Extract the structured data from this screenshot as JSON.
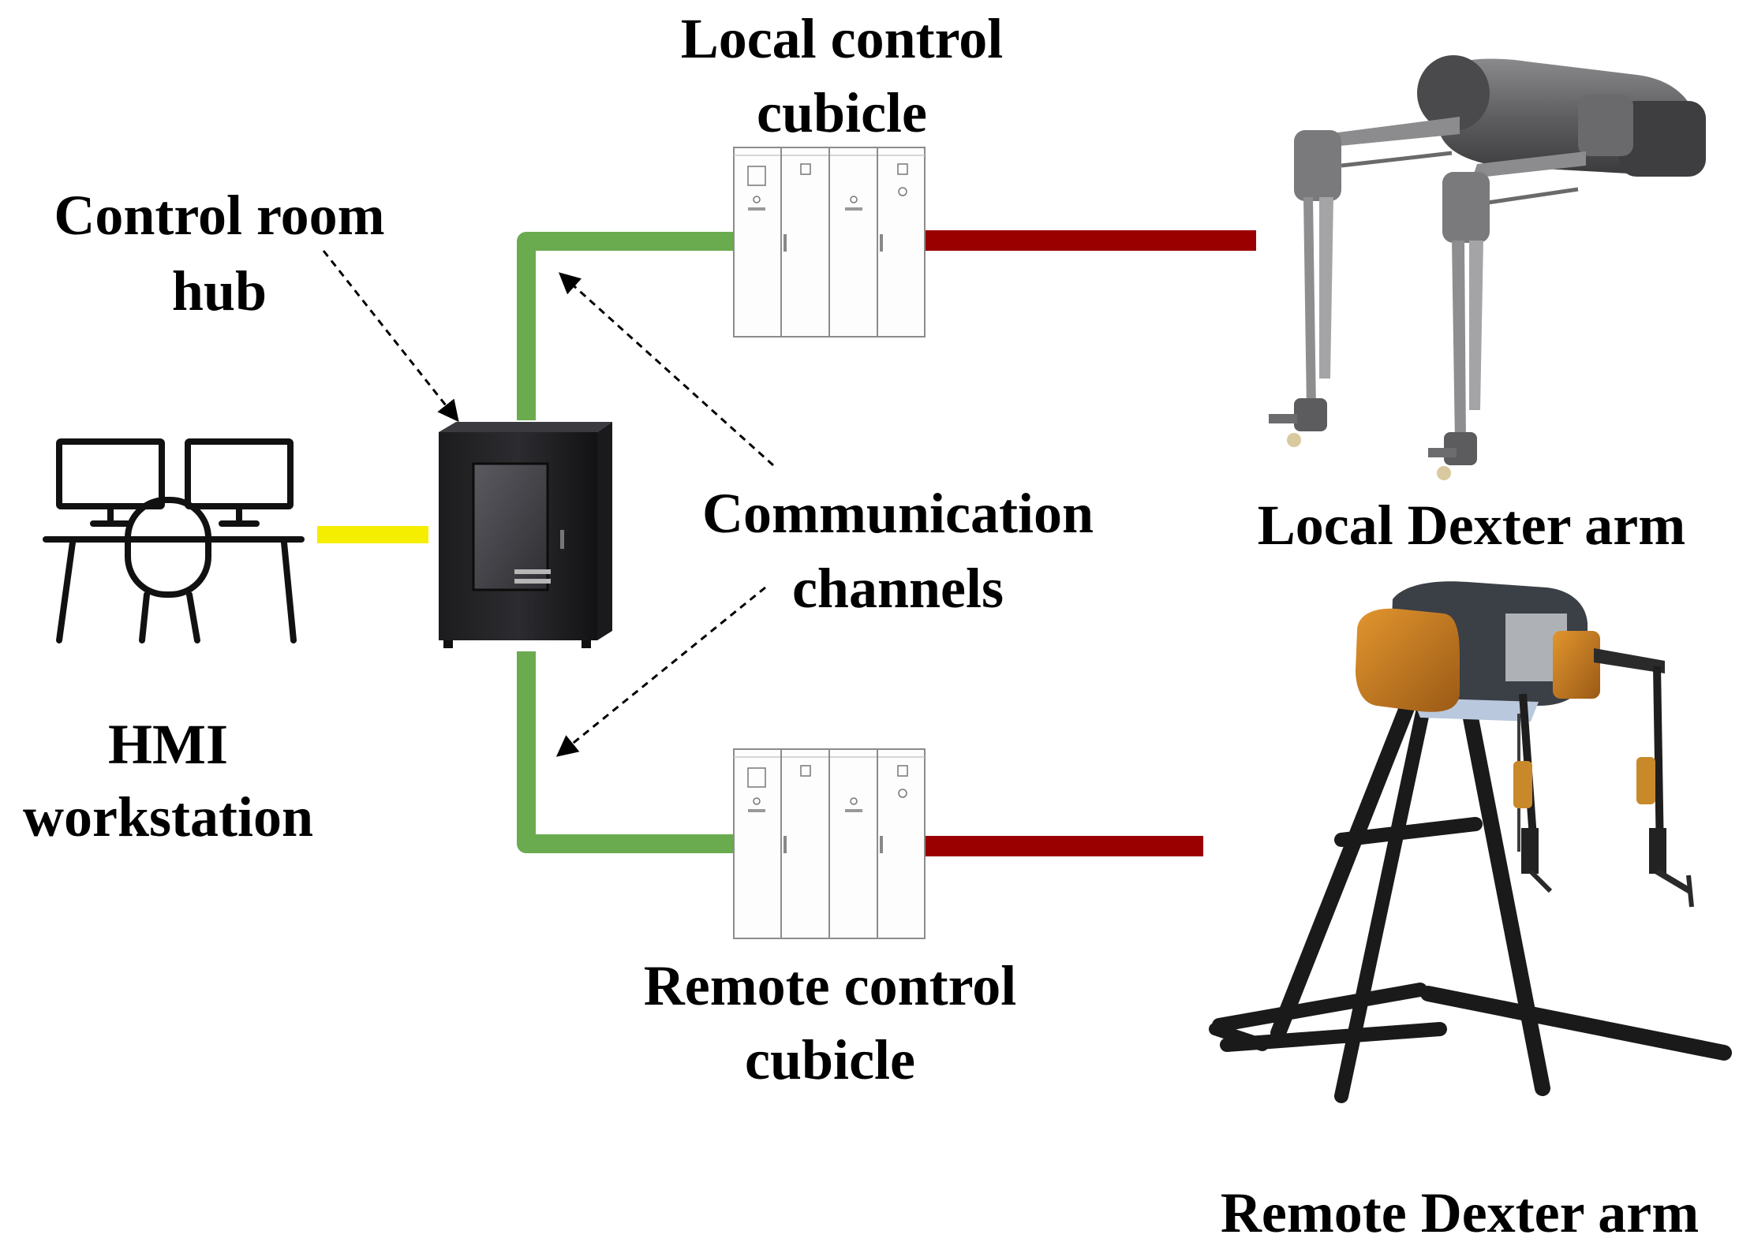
{
  "labels": {
    "control_room_hub": [
      "Control room",
      "hub"
    ],
    "hmi_workstation": [
      "HMI",
      "workstation"
    ],
    "local_control_cubicle": [
      "Local control",
      "cubicle"
    ],
    "remote_control_cubicle": [
      "Remote control",
      "cubicle"
    ],
    "communication_channels": [
      "Communication",
      "channels"
    ],
    "local_dexter_arm": "Local Dexter arm",
    "remote_dexter_arm": "Remote Dexter arm"
  },
  "colors": {
    "hmi_to_hub_link": "#f5ee00",
    "communication_channel": "#6aab4f",
    "cubicle_to_arm_link": "#9a0000"
  },
  "icons": {
    "hmi_workstation": "desk-with-two-monitors-and-chair-icon",
    "control_room_hub": "server-rack-cabinet-icon",
    "control_cubicle": "control-cubicle-cabinet-icon",
    "local_dexter_arm": "dual-arm-robot-icon",
    "remote_dexter_arm": "dual-arm-robot-on-stand-icon"
  }
}
